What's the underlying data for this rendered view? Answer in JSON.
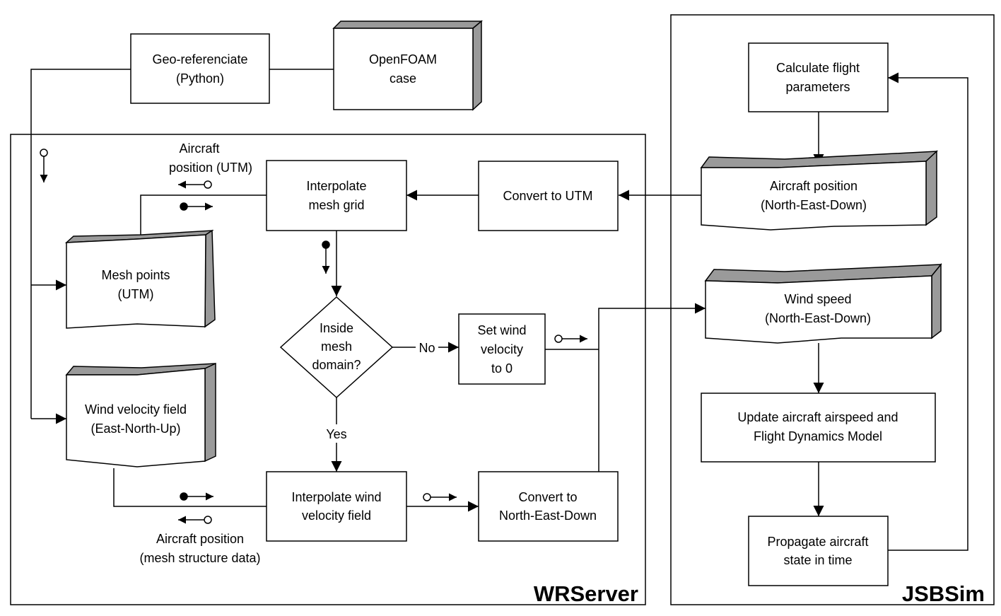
{
  "containers": {
    "wrserver": "WRServer",
    "jsbsim": "JSBSim"
  },
  "nodes": {
    "georef": [
      "Geo-referenciate",
      "(Python)"
    ],
    "openfoam": [
      "OpenFOAM",
      "case"
    ],
    "interp_mesh": [
      "Interpolate",
      "mesh grid"
    ],
    "convert_utm": [
      "Convert to UTM"
    ],
    "mesh_points": [
      "Mesh points",
      "(UTM)"
    ],
    "wind_field": [
      "Wind velocity field",
      "(East-North-Up)"
    ],
    "decision": [
      "Inside",
      "mesh",
      "domain?"
    ],
    "set_zero": [
      "Set wind",
      "velocity",
      "to 0"
    ],
    "interp_wind": [
      "Interpolate wind",
      "velocity field"
    ],
    "convert_ned": [
      "Convert to",
      "North-East-Down"
    ],
    "calc_flight": [
      "Calculate flight",
      "parameters"
    ],
    "aircraft_pos": [
      "Aircraft position",
      "(North-East-Down)"
    ],
    "wind_speed": [
      "Wind speed",
      "(North-East-Down)"
    ],
    "update_model": [
      "Update aircraft airspeed and",
      "Flight Dynamics Model"
    ],
    "propagate": [
      "Propagate aircraft",
      "state in time"
    ]
  },
  "labels": {
    "aircraft_utm": [
      "Aircraft",
      "position (UTM)"
    ],
    "aircraft_mesh": [
      "Aircraft position",
      "(mesh structure data)"
    ],
    "no": "No",
    "yes": "Yes"
  }
}
